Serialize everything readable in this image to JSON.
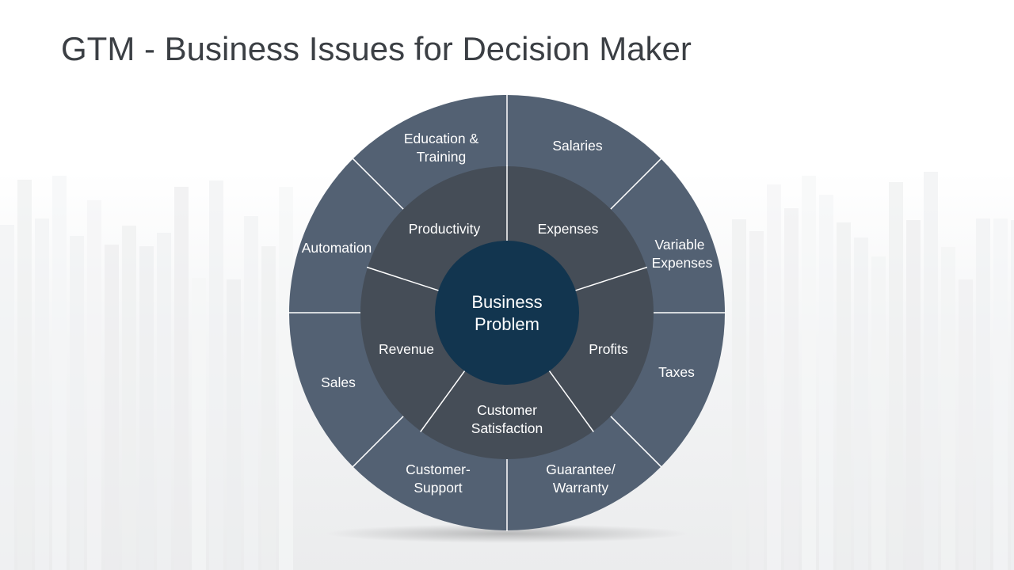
{
  "title": "GTM - Business Issues for Decision Maker",
  "colors": {
    "outer_ring": "#536173",
    "middle_ring": "#454d57",
    "center": "#12354f",
    "divider": "#ffffff",
    "title_text": "#3b3f44"
  },
  "diagram": {
    "center": [
      "Business",
      "Problem"
    ],
    "middle_segments": [
      {
        "label": [
          "Productivity"
        ]
      },
      {
        "label": [
          "Expenses"
        ]
      },
      {
        "label": [
          "Profits"
        ]
      },
      {
        "label": [
          "Customer",
          "Satisfaction"
        ]
      },
      {
        "label": [
          "Revenue"
        ]
      }
    ],
    "outer_segments": [
      {
        "label": [
          "Salaries"
        ]
      },
      {
        "label": [
          "Variable",
          "Expenses"
        ]
      },
      {
        "label": [
          "Taxes"
        ]
      },
      {
        "label": [
          "Guarantee/",
          "Warranty"
        ]
      },
      {
        "label": [
          "Customer-",
          "Support"
        ]
      },
      {
        "label": [
          "Sales"
        ]
      },
      {
        "label": [
          "Automation"
        ]
      },
      {
        "label": [
          "Education &",
          "Training"
        ]
      }
    ]
  }
}
